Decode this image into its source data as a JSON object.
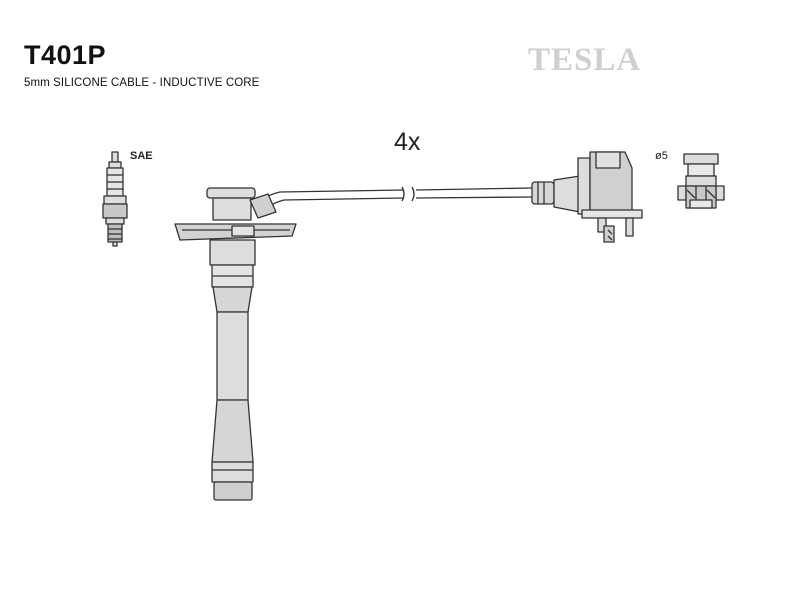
{
  "header": {
    "part_number": "T401P",
    "description": "5mm SILICONE CABLE - INDUCTIVE CORE",
    "brand": "TESLA"
  },
  "drawing": {
    "quantity": "4x",
    "spark_plug_standard": "SAE",
    "terminal_diameter": "ø5"
  },
  "colors": {
    "line": "#333333",
    "fill": "#dddddd",
    "fill_dark": "#c8c8c8",
    "brand": "#cfcfcf"
  }
}
